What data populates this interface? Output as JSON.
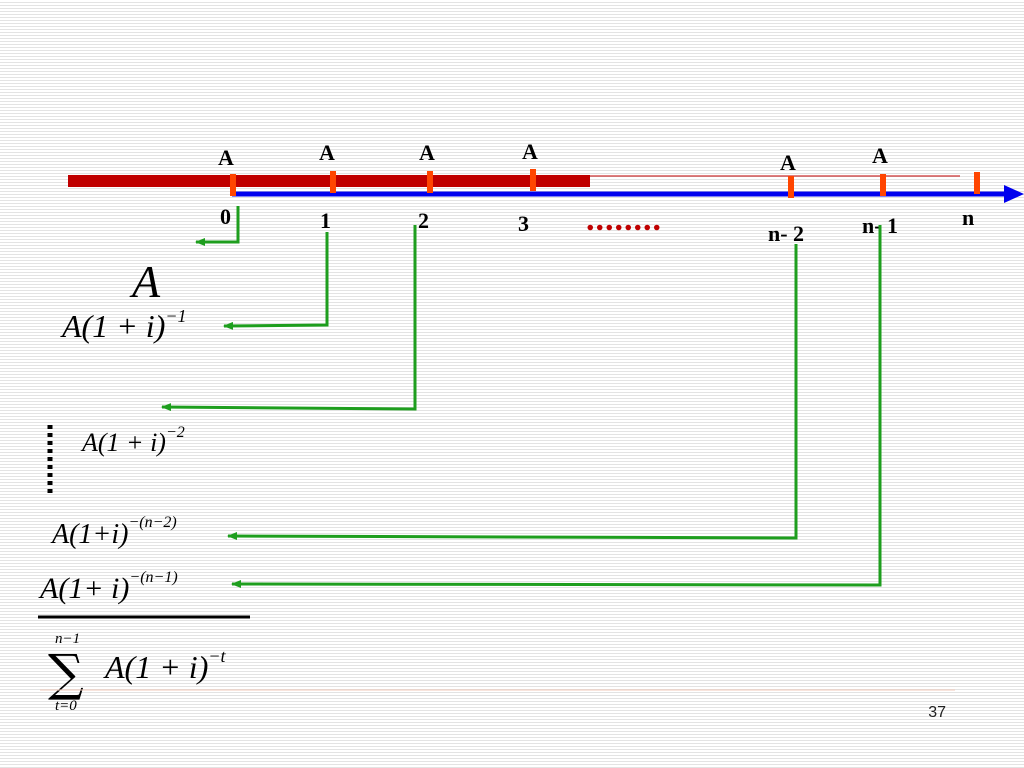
{
  "payments": [
    "A",
    "A",
    "A",
    "A",
    "A",
    "A"
  ],
  "periods": [
    "0",
    "1",
    "2",
    "3",
    "n- 2",
    "n- 1",
    "n"
  ],
  "ellipsis": "........",
  "terms": {
    "t0": "A",
    "t1": {
      "base": "A(1 + i)",
      "exp": "−1"
    },
    "t2": {
      "base": "A(1 + i)",
      "exp": "−2"
    },
    "tn2": {
      "base": "A(1+i)",
      "exp": "−(n−2)"
    },
    "tn1": {
      "base": "A(1+ i)",
      "exp": "−(n−1)"
    }
  },
  "sum": {
    "upper": "n−1",
    "lower": "t=0",
    "body": "A(1 + i)",
    "exp": "−t"
  },
  "page_number": "37",
  "colors": {
    "red_bar": "#c00000",
    "blue_line": "#0000ee",
    "tick": "#ff4500",
    "green_arrow": "#1e9e1e",
    "dots": "#c00000"
  }
}
